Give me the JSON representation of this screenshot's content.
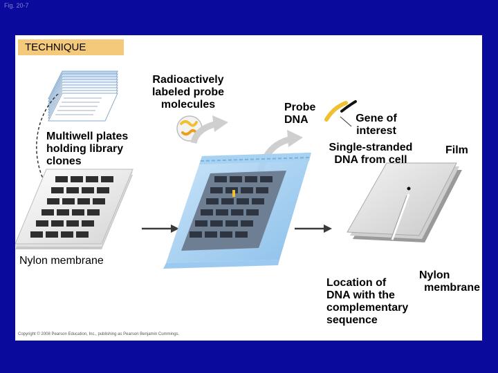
{
  "figure_label": "Fig. 20-7",
  "technique_label": "TECHNIQUE",
  "labels": {
    "probe_molecules": [
      "Radioactively",
      "labeled probe",
      "molecules"
    ],
    "multiwell_plates": [
      "Multiwell plates",
      "holding library",
      "clones"
    ],
    "probe_dna": [
      "Probe",
      "DNA"
    ],
    "gene_of_interest": [
      "Gene of",
      "interest"
    ],
    "single_stranded": [
      "Single-stranded",
      "DNA from cell"
    ],
    "film": "Film",
    "nylon_membrane_left": "Nylon membrane",
    "nylon_membrane_right": [
      "Nylon",
      "membrane"
    ],
    "location": [
      "Location of",
      "DNA with the",
      "complementary",
      "sequence"
    ]
  },
  "copyright": "Copyright © 2008 Pearson Education, Inc., publishing as Pearson Benjamin Cummings.",
  "colors": {
    "background": "#0a0a9c",
    "panel": "#ffffff",
    "technique_box": "#f5c97a",
    "arrow": "#3a3a3a",
    "bag_blue": "#8cc4ee",
    "probe_yellow": "#f0c030"
  }
}
